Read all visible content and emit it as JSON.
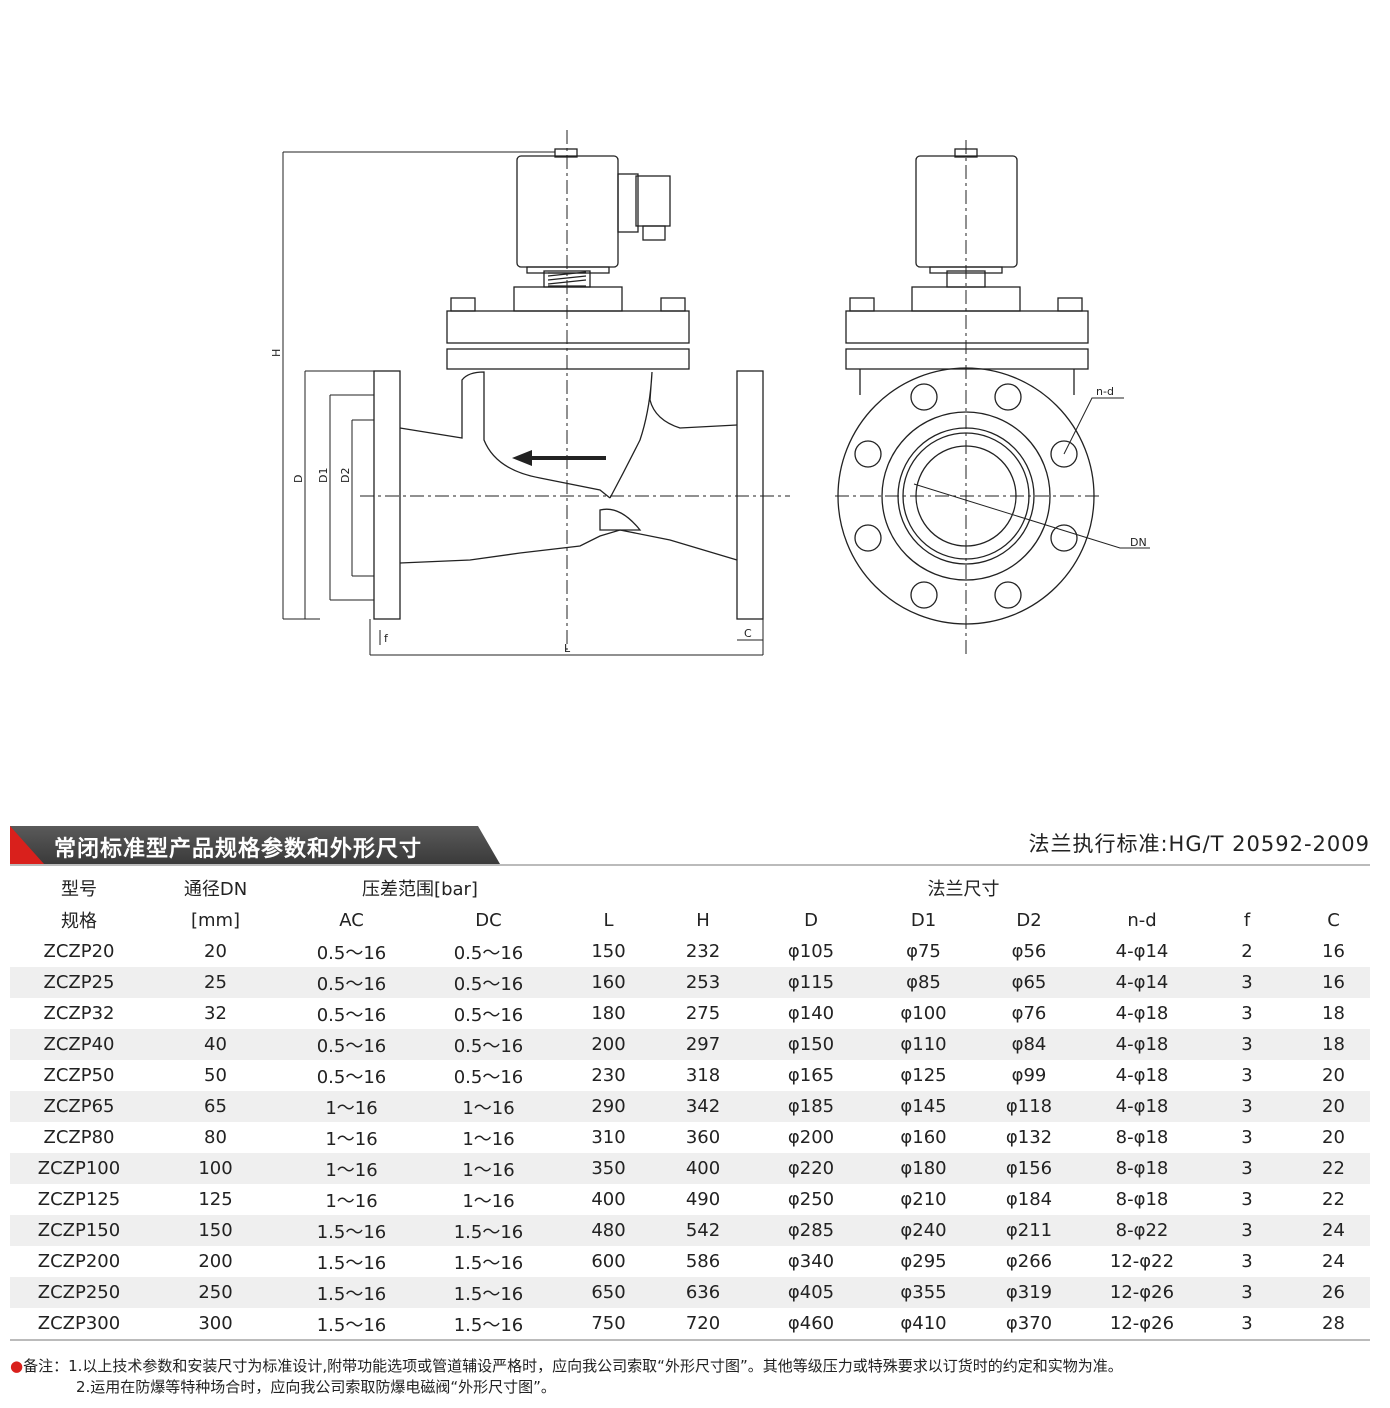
{
  "drawing": {
    "labels": {
      "H": "H",
      "D": "D",
      "D1": "D1",
      "D2": "D2",
      "f": "f",
      "C": "C",
      "L": "L",
      "n_d": "n-d",
      "DN": "DN"
    }
  },
  "title": {
    "main": "常闭标准型产品规格参数和外形尺寸",
    "standard": "法兰执行标准:HG/T 20592-2009"
  },
  "table": {
    "header1": {
      "model": "型号",
      "dn": "通径DN",
      "pressure": "压差范围[bar]",
      "flange": "法兰尺寸"
    },
    "header2": {
      "spec": "规格",
      "mm": "[mm]",
      "ac": "AC",
      "dc": "DC",
      "L": "L",
      "H": "H",
      "D": "D",
      "D1": "D1",
      "D2": "D2",
      "nd": "n-d",
      "f": "f",
      "C": "C"
    },
    "rows": [
      [
        "ZCZP20",
        "20",
        "0.5～16",
        "0.5～16",
        "150",
        "232",
        "φ105",
        "φ75",
        "φ56",
        "4-φ14",
        "2",
        "16"
      ],
      [
        "ZCZP25",
        "25",
        "0.5～16",
        "0.5～16",
        "160",
        "253",
        "φ115",
        "φ85",
        "φ65",
        "4-φ14",
        "3",
        "16"
      ],
      [
        "ZCZP32",
        "32",
        "0.5～16",
        "0.5～16",
        "180",
        "275",
        "φ140",
        "φ100",
        "φ76",
        "4-φ18",
        "3",
        "18"
      ],
      [
        "ZCZP40",
        "40",
        "0.5～16",
        "0.5～16",
        "200",
        "297",
        "φ150",
        "φ110",
        "φ84",
        "4-φ18",
        "3",
        "18"
      ],
      [
        "ZCZP50",
        "50",
        "0.5～16",
        "0.5～16",
        "230",
        "318",
        "φ165",
        "φ125",
        "φ99",
        "4-φ18",
        "3",
        "20"
      ],
      [
        "ZCZP65",
        "65",
        "1～16",
        "1～16",
        "290",
        "342",
        "φ185",
        "φ145",
        "φ118",
        "4-φ18",
        "3",
        "20"
      ],
      [
        "ZCZP80",
        "80",
        "1～16",
        "1～16",
        "310",
        "360",
        "φ200",
        "φ160",
        "φ132",
        "8-φ18",
        "3",
        "20"
      ],
      [
        "ZCZP100",
        "100",
        "1～16",
        "1～16",
        "350",
        "400",
        "φ220",
        "φ180",
        "φ156",
        "8-φ18",
        "3",
        "22"
      ],
      [
        "ZCZP125",
        "125",
        "1～16",
        "1～16",
        "400",
        "490",
        "φ250",
        "φ210",
        "φ184",
        "8-φ18",
        "3",
        "22"
      ],
      [
        "ZCZP150",
        "150",
        "1.5～16",
        "1.5～16",
        "480",
        "542",
        "φ285",
        "φ240",
        "φ211",
        "8-φ22",
        "3",
        "24"
      ],
      [
        "ZCZP200",
        "200",
        "1.5～16",
        "1.5～16",
        "600",
        "586",
        "φ340",
        "φ295",
        "φ266",
        "12-φ22",
        "3",
        "24"
      ],
      [
        "ZCZP250",
        "250",
        "1.5～16",
        "1.5～16",
        "650",
        "636",
        "φ405",
        "φ355",
        "φ319",
        "12-φ26",
        "3",
        "26"
      ],
      [
        "ZCZP300",
        "300",
        "1.5～16",
        "1.5～16",
        "750",
        "720",
        "φ460",
        "φ410",
        "φ370",
        "12-φ26",
        "3",
        "28"
      ]
    ]
  },
  "notes": {
    "bullet": "●",
    "line1": "备注：1.以上技术参数和安装尺寸为标准设计,附带功能选项或管道辅设严格时，应向我公司索取“外形尺寸图”。其他等级压力或特殊要求以订货时的约定和实物为准。",
    "line2": "2.运用在防爆等特种场合时，应向我公司索取防爆电磁阀“外形尺寸图”。"
  }
}
